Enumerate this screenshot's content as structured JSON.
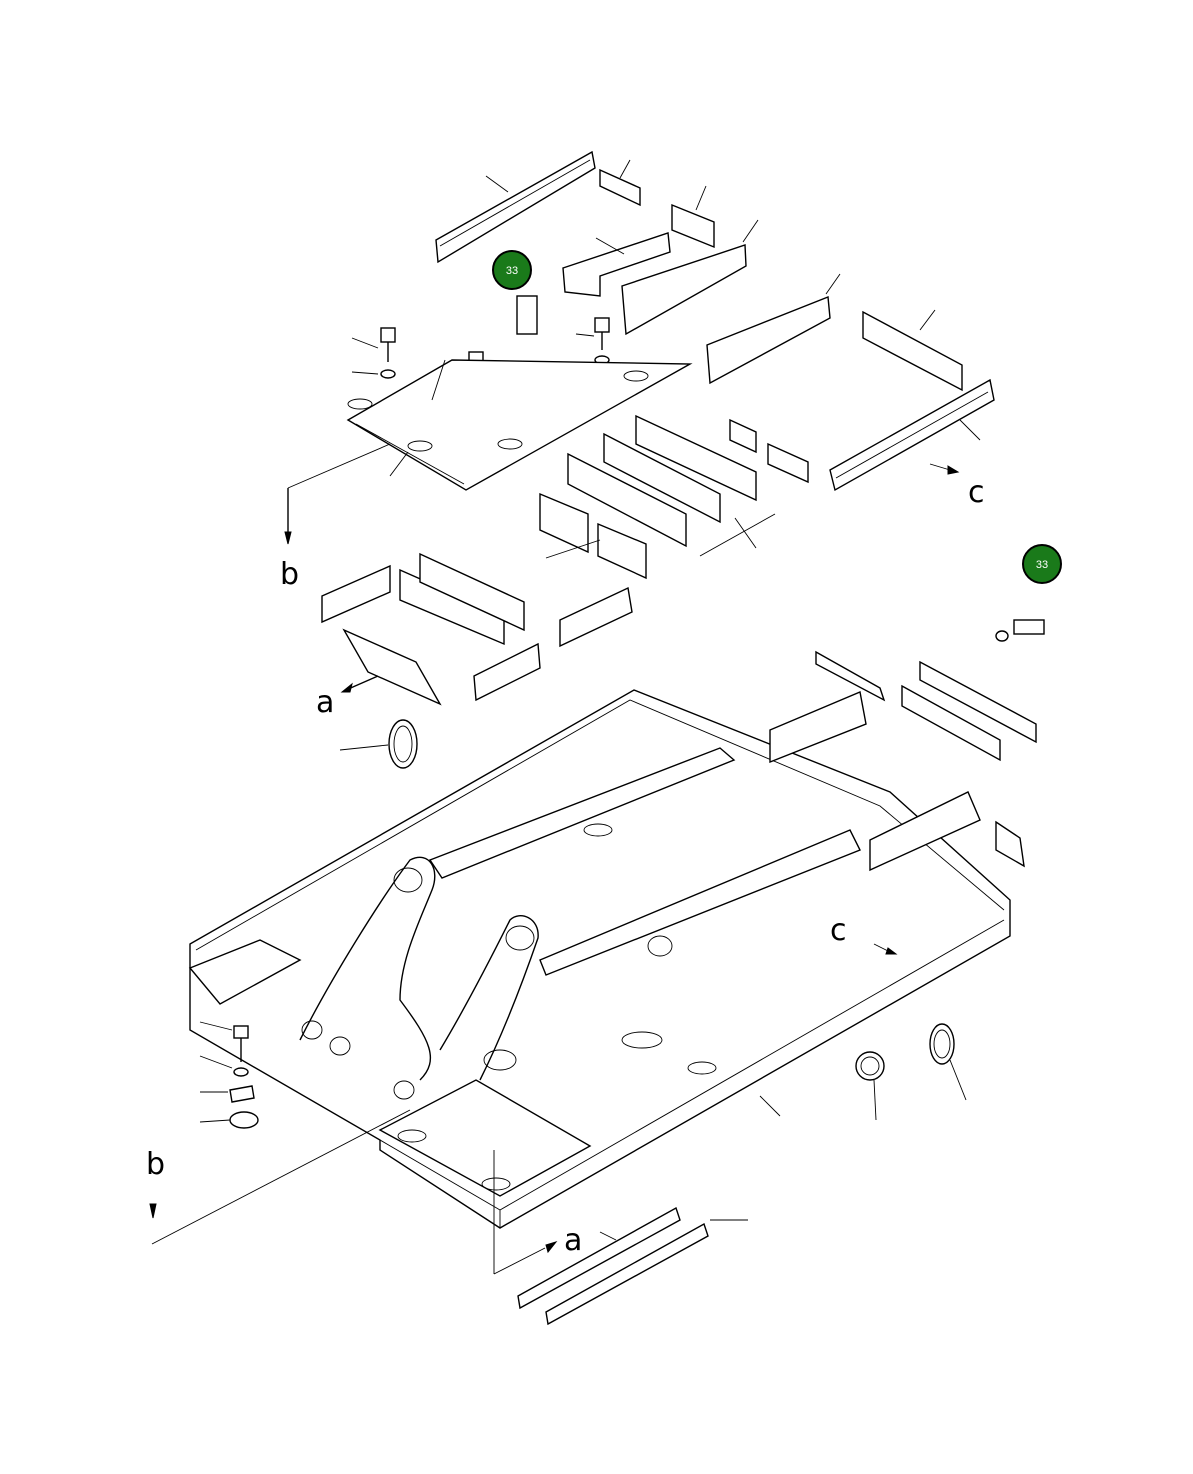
{
  "callouts": [
    {
      "id": "callout-1",
      "text": "33",
      "color": "#1a7a1a"
    },
    {
      "id": "callout-2",
      "text": "33",
      "color": "#1a7a1a"
    }
  ],
  "view_labels": {
    "b_top": "b",
    "a_top": "a",
    "c_top": "c",
    "b_bottom": "b",
    "a_bottom": "a",
    "c_frame": "c"
  }
}
